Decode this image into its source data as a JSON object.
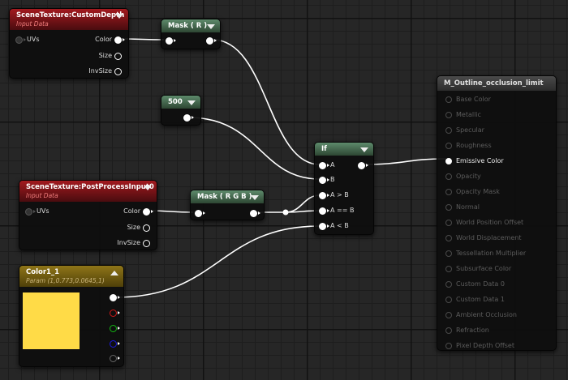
{
  "nodes": {
    "custom_depth": {
      "title": "SceneTexture:CustomDepth",
      "subtitle": "Input Data",
      "input_label": "UVs",
      "outputs": [
        "Color",
        "Size",
        "InvSize"
      ]
    },
    "mask_r": {
      "title": "Mask ( R )"
    },
    "const_500": {
      "title": "500"
    },
    "post_process": {
      "title": "SceneTexture:PostProcessInput0",
      "subtitle": "Input Data",
      "input_label": "UVs",
      "outputs": [
        "Color",
        "Size",
        "InvSize"
      ]
    },
    "mask_rgb": {
      "title": "Mask ( R G B )"
    },
    "if_node": {
      "title": "If",
      "inputs": [
        "A",
        "B",
        "A > B",
        "A == B",
        "A < B"
      ]
    },
    "color_param": {
      "title": "Color1_1",
      "subtitle": "Param (1,0.773,0.0645,1)",
      "swatch_color": "#ffdb47"
    },
    "material": {
      "title": "M_Outline_occlusion_limit",
      "inputs": [
        "Base Color",
        "Metallic",
        "Specular",
        "Roughness",
        "Emissive Color",
        "Opacity",
        "Opacity Mask",
        "Normal",
        "World Position Offset",
        "World Displacement",
        "Tessellation Multiplier",
        "Subsurface Color",
        "Custom Data 0",
        "Custom Data 1",
        "Ambient Occlusion",
        "Refraction",
        "Pixel Depth Offset"
      ],
      "active_input": "Emissive Color"
    }
  },
  "colors": {
    "background": "#262626",
    "texture_header": "#a31a1f",
    "math_header": "#5d8a6b",
    "param_header": "#8f7518",
    "wire": "#ffffff"
  }
}
